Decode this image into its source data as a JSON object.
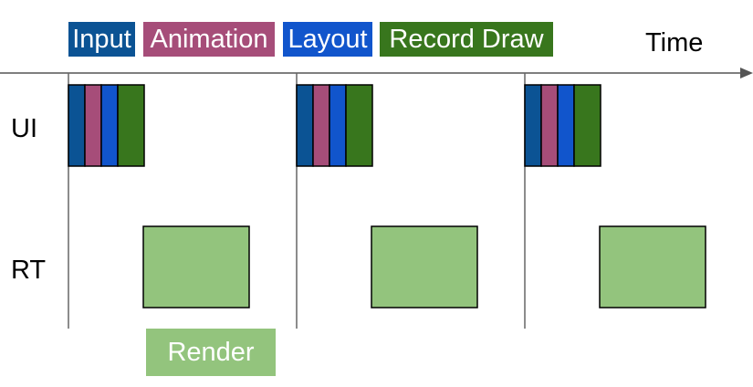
{
  "legend": {
    "input": {
      "label": "Input",
      "color": "#0b5394"
    },
    "animation": {
      "label": "Animation",
      "color": "#a64d79"
    },
    "layout": {
      "label": "Layout",
      "color": "#1155cc"
    },
    "record_draw": {
      "label": "Record Draw",
      "color": "#38761d"
    }
  },
  "axis": {
    "time_label": "Time"
  },
  "rows": {
    "ui": "UI",
    "rt": "RT"
  },
  "render": {
    "label": "Render",
    "color": "#93c47d"
  },
  "frames": 3
}
